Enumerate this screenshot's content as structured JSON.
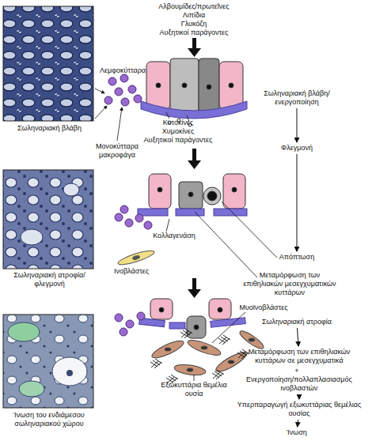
{
  "diagram": {
    "nodes": [
      {
        "text": [
          "Σωληναριακή βλάβη/ενεργοποίηση"
        ]
      },
      {
        "text": [
          "Φλεγμονή"
        ]
      },
      {
        "text": [
          "Απόπτωση"
        ]
      },
      {
        "text": [
          "Σωληναριακή ατροφία"
        ]
      },
      {
        "text": [
          "Μεταμόρφωση των επιθηλιακών κυττάρων σε μεσεγχυματικά"
        ]
      },
      {
        "text": [
          "Ενεργοποίηση/πολλαπλασιασμός ινοβλαστών"
        ]
      },
      {
        "text": [
          "Υπερπαραγωγή εξωκυττάριας θεμέλιας ουσίας"
        ]
      },
      {
        "text": [
          "Ίνωση"
        ]
      }
    ],
    "edges": [
      {
        "from": 0,
        "to": 1,
        "arrow": "to"
      },
      {
        "from": 1,
        "to": 2,
        "arrow": "to"
      },
      {
        "from": 3,
        "to": 4,
        "arrow": "to"
      },
      {
        "from": 5,
        "to": 6,
        "arrow": "to"
      },
      {
        "from": 6,
        "to": 7,
        "arrow": "to"
      }
    ],
    "labels": [
      "Αλβουμίδες/πρωτεΐνες",
      "Λιπίδια",
      "Γλυκόζη",
      "Αυξητικοί παράγοντες",
      "Λεμφοκύτταρα",
      "Σωληναριακή βλάβη",
      "Μονοκύτταρα μακροφάγα",
      "Κυτοκίνες",
      "Χυμοκίνες",
      "Αυξητικοί παράγοντες",
      "Κολλαγενάση",
      "Ινοβλάστες",
      "Μεταμόρφωση των επιθηλιακών μεσεγχυματικών κυττάρων",
      "Σωληναριακή ατροφία/ φλεγμονή",
      "Μυοϊνοβλάστες",
      "Εξωκυττάρια θεμέλια ουσία",
      "Ίνωση του ενδιάμεσου σωληναριακού χώρου",
      "+"
    ]
  }
}
